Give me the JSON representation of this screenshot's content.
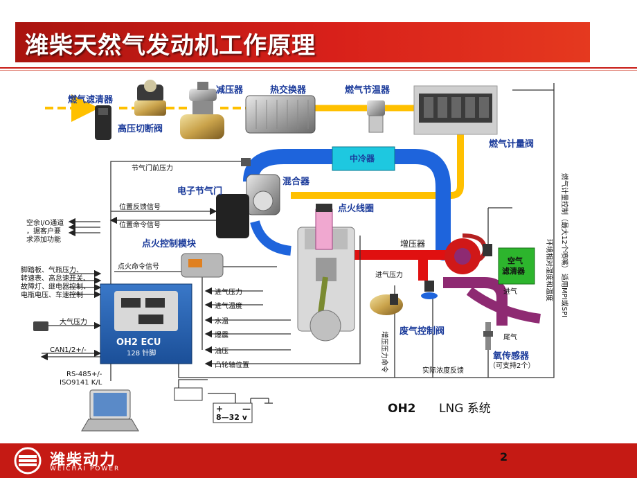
{
  "slide": {
    "title": "潍柴天然气发动机工作原理",
    "page_number": "2",
    "logo_text": "潍柴动力",
    "logo_sub": "WEICHAI POWER"
  },
  "components": {
    "gas_filter": "燃气滤清器",
    "shutoff_valve": "高压切断阀",
    "reducer": "减压器",
    "heat_exchanger": "热交换器",
    "gas_thermostat": "燃气节温器",
    "metering_valve": "燃气计量阀",
    "intercooler": "中冷器",
    "mixer": "混合器",
    "etc": "电子节气门",
    "ignition_coil": "点火线圈",
    "ignition_module": "点火控制模块",
    "turbo": "增压器",
    "air_filter": "空气\n滤清器",
    "wastegate": "废气控制阀",
    "o2_sensor": "氧传感器",
    "o2_sensor_note": "（可支持2个）",
    "ecu_name": "OH2 ECU",
    "ecu_pins": "128 针脚",
    "battery_plus": "+",
    "battery_minus": "—",
    "battery_voltage": "8—32 v"
  },
  "signals": {
    "throttle_pre_pressure": "节气门前压力",
    "position_feedback": "位置反馈信号",
    "position_command": "位置命令信号",
    "ignition_command": "点火命令信号",
    "spare_io": "空余I/O通道\n，据客户要\n求添加功能",
    "pedal_etc": "脚踏板、气瓶压力、\n转速表、高怠速开关、\n故障灯、继电器控制、\n电瓶电压、车速控制",
    "atm_pressure": "大气压力",
    "can": "CAN1/2+/-",
    "rs485": "RS-485+/-\nISO9141 K/L",
    "intake_pressure": "进气压力",
    "intake_temp": "进气温度",
    "water_temp": "水温",
    "knock": "爆震",
    "oil_pressure": "油压",
    "cam_position": "凸轮轴位置",
    "intake_pressure_2": "进气压力",
    "boost_command": "增压压力命令",
    "actual_lambda": "实际浓度反馈",
    "metering_control": "燃气计量控制（最大12个喷嘴）",
    "ring_control": "环境相对湿度和温度",
    "mpi_spi": "适用MPI或SPI",
    "intake": "进气",
    "exhaust": "尾气"
  },
  "system_label": {
    "model": "OH2",
    "system": "LNG 系统"
  },
  "colors": {
    "title_red": "#d8201a",
    "gas_line": "#ffc000",
    "intake_line": "#1e64dc",
    "exhaust_line": "#e01010",
    "exhaust_purple": "#8e2a72",
    "ecu_blue": "#1e5aa8",
    "wiring": "#222222"
  }
}
